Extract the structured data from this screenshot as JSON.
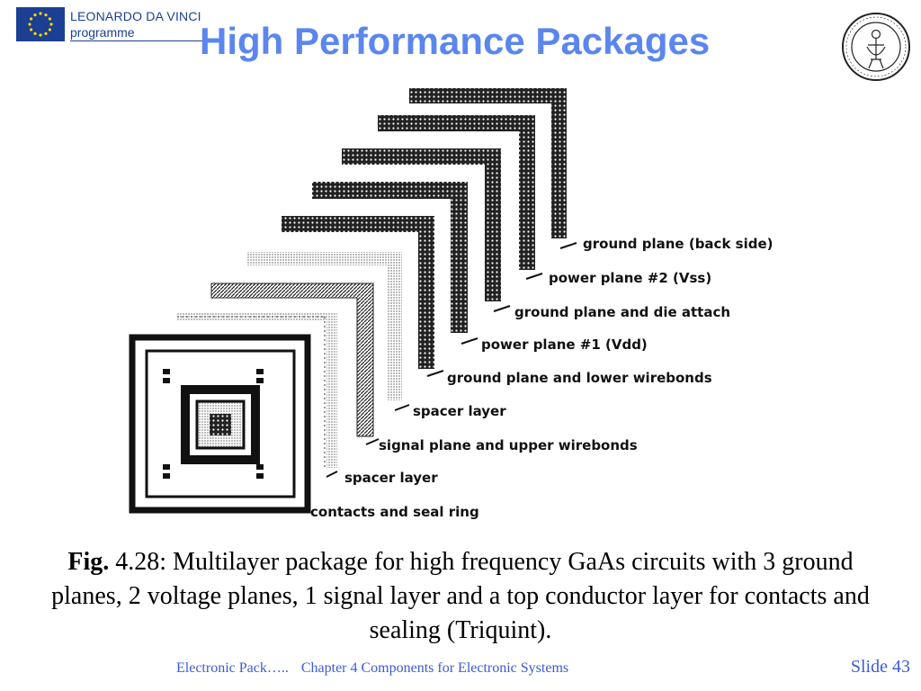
{
  "header": {
    "logo_line1": "LEONARDO DA VINCI",
    "logo_line2": "programme",
    "title": "High Performance Packages"
  },
  "figure": {
    "layer_labels": [
      "ground plane (back side)",
      "power plane #2 (Vss)",
      "ground plane and die attach",
      "power plane #1 (Vdd)",
      "ground plane and lower wirebonds",
      "spacer layer",
      "signal plane and upper wirebonds",
      "spacer layer",
      "contacts and seal ring"
    ]
  },
  "caption": {
    "fig_label": "Fig.",
    "text": " 4.28: Multilayer package for high frequency GaAs circuits with 3 ground planes, 2 voltage planes, 1 signal layer and a top conductor layer for contacts and sealing (Triquint)."
  },
  "footer": {
    "left": "Electronic Pack…..",
    "center": "Chapter 4 Components for Electronic Systems",
    "slide": "Slide 43"
  },
  "colors": {
    "title": "#5b86ee",
    "footer": "#3b5bd6",
    "flag": "#1b3f93",
    "star": "#ffd700"
  }
}
